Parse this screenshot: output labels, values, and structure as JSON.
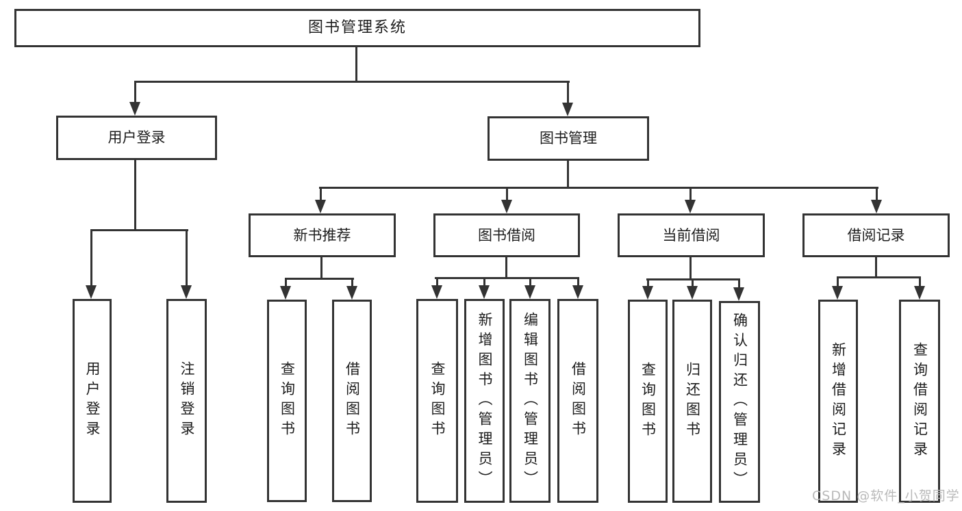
{
  "diagram": {
    "title": "图书管理系统",
    "level2": {
      "user_login_group": "用户登录",
      "book_mgmt": "图书管理"
    },
    "level3": {
      "new_book_rec": "新书推荐",
      "book_borrow": "图书借阅",
      "current_borrow": "当前借阅",
      "borrow_record": "借阅记录"
    },
    "leaves": {
      "user_login": "用户登录",
      "logout_login": "注销登录",
      "nbr_query_book": "查询图书",
      "nbr_borrow_book": "借阅图书",
      "bb_query_book": "查询图书",
      "bb_add_book": "新增图书（管理员）",
      "bb_edit_book": "编辑图书（管理员）",
      "bb_borrow_book": "借阅图书",
      "cb_query_book": "查询图书",
      "cb_return_book": "归还图书",
      "cb_confirm_return": "确认归还（管理员）",
      "br_add_record": "新增借阅记录",
      "br_query_record": "查询借阅记录"
    },
    "line_color": "#333333",
    "watermark": "CSDN @软件_小贺同学"
  }
}
